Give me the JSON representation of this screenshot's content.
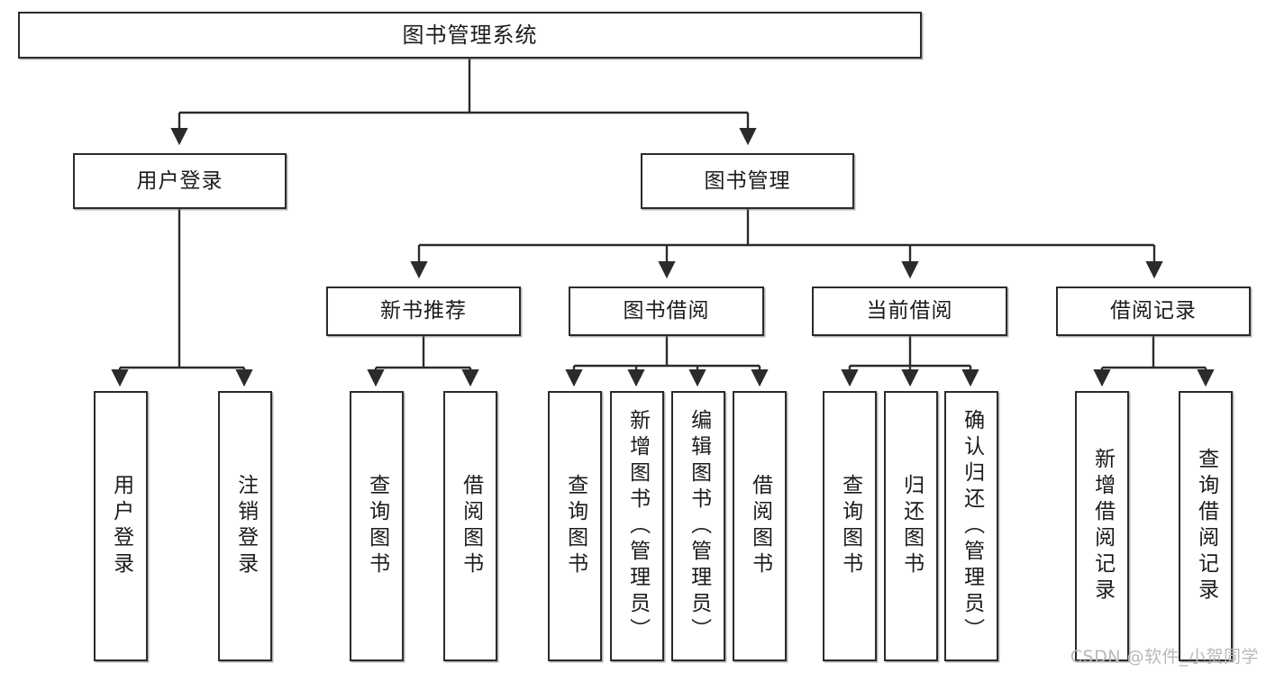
{
  "diagram": {
    "title": "图书管理系统",
    "watermark": "CSDN @软件_小贺同学",
    "accent_color": "#2b2b2b",
    "background_color": "#ffffff",
    "nodes": {
      "root": "图书管理系统",
      "level2": {
        "user_login": "用户登录",
        "book_manage": "图书管理"
      },
      "level3": {
        "new_book_rec": "新书推荐",
        "book_borrow": "图书借阅",
        "current_borrow": "当前借阅",
        "borrow_record": "借阅记录"
      },
      "leaves": {
        "user_login_1": "用户登录",
        "user_login_2": "注销登录",
        "new_book_rec_1": "查询图书",
        "new_book_rec_2": "借阅图书",
        "book_borrow_1": "查询图书",
        "book_borrow_2": "新增图书（管理员）",
        "book_borrow_3": "编辑图书（管理员）",
        "book_borrow_4": "借阅图书",
        "current_borrow_1": "查询图书",
        "current_borrow_2": "归还图书",
        "current_borrow_3": "确认归还（管理员）",
        "borrow_record_1": "新增借阅记录",
        "borrow_record_2": "查询借阅记录"
      }
    }
  }
}
